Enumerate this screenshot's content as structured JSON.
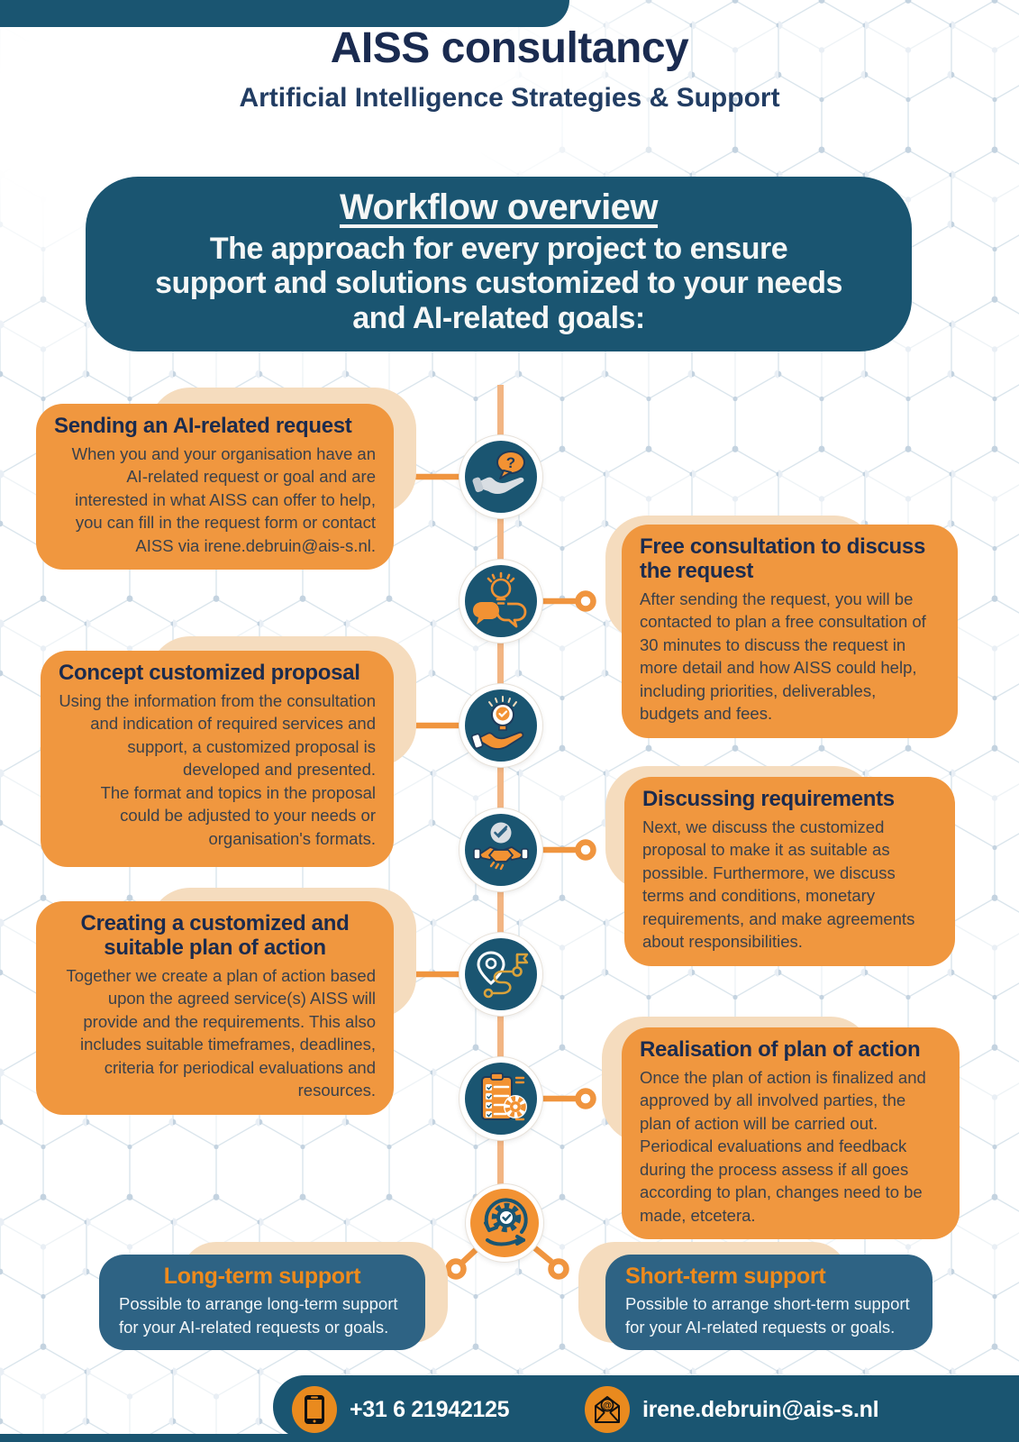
{
  "header": {
    "title": "AISS consultancy",
    "subtitle": "Artificial Intelligence Strategies & Support"
  },
  "overview": {
    "title": "Workflow overview",
    "body": "The approach for every project to ensure\nsupport and solutions customized to your needs\nand AI-related goals:"
  },
  "steps": [
    {
      "side": "left",
      "icon": "hand-question-icon",
      "title": "Sending an AI-related request",
      "body": "When you and your organisation have an AI-related request or goal and are interested in what AISS can offer to help, you can fill in the request form or contact AISS via irene.debruin@ais-s.nl."
    },
    {
      "side": "right",
      "icon": "consultation-bulb-chat-icon",
      "title": "Free consultation to discuss the request",
      "body": "After sending the request, you will be contacted to plan a free consultation of 30 minutes to discuss the request in more detail and how AISS could help, including priorities, deliverables, budgets and fees."
    },
    {
      "side": "left",
      "icon": "idea-in-hand-icon",
      "title": "Concept customized proposal",
      "body": "Using the information from the consultation and indication of required services and support, a customized proposal is developed and presented.\nThe format and topics in the proposal could be adjusted to your needs or organisation's formats."
    },
    {
      "side": "right",
      "icon": "handshake-agreement-icon",
      "title": "Discussing requirements",
      "body": "Next, we discuss the customized proposal to make it as suitable as possible. Furthermore, we discuss terms and conditions, monetary requirements, and make agreements about responsibilities."
    },
    {
      "side": "left",
      "icon": "route-plan-icon",
      "title": "Creating a customized and suitable plan of action",
      "body": "Together we create a plan of action based upon the agreed service(s) AISS will provide and the requirements. This also includes suitable timeframes, deadlines, criteria for periodical evaluations and resources."
    },
    {
      "side": "right",
      "icon": "checklist-gear-icon",
      "title": "Realisation of plan of action",
      "body": "Once the plan of action is finalized and approved by all involved parties, the plan of action will be carried out. Periodical evaluations and feedback during the process assess if all goes according to plan, changes need to be made, etcetera."
    }
  ],
  "loop_icon": "iteration-gear-icon",
  "support": [
    {
      "title": "Long-term support",
      "body": "Possible to arrange long-term support for your AI-related requests or goals."
    },
    {
      "title": "Short-term support",
      "body": "Possible to arrange short-term support for your AI-related requests or goals."
    }
  ],
  "footer": {
    "phone": "+31 6 21942125",
    "email": "irene.debruin@ais-s.nl"
  },
  "colors": {
    "teal_dark": "#1A5571",
    "teal_support": "#2E6384",
    "orange_box": "#F0973F",
    "orange_accent": "#E98A1E",
    "peach": "#F5DCBE",
    "navy_title": "#1B2B4E",
    "timeline": "#F2B583"
  }
}
